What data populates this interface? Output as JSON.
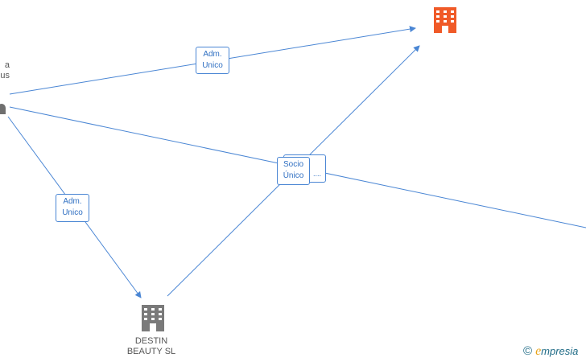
{
  "nodes": {
    "person_label_line1": "a",
    "person_label_line2": "us",
    "company_bottom_line1": "DESTIN",
    "company_bottom_line2": "BEAUTY  SL"
  },
  "edges": {
    "adm_unico_top": [
      "Adm.",
      "Unico"
    ],
    "adm_unico_left": [
      "Adm.",
      "Unico"
    ],
    "socio_unico": [
      "Socio",
      "Único"
    ],
    "hidden_back_label": "...."
  },
  "colors": {
    "edge": "#4a86d4",
    "company_highlight": "#f05a28",
    "company_default": "#7a7a7a",
    "person": "#6f6f6f"
  },
  "brand": {
    "copyright": "©",
    "e": "e",
    "rest": "mpresia"
  }
}
